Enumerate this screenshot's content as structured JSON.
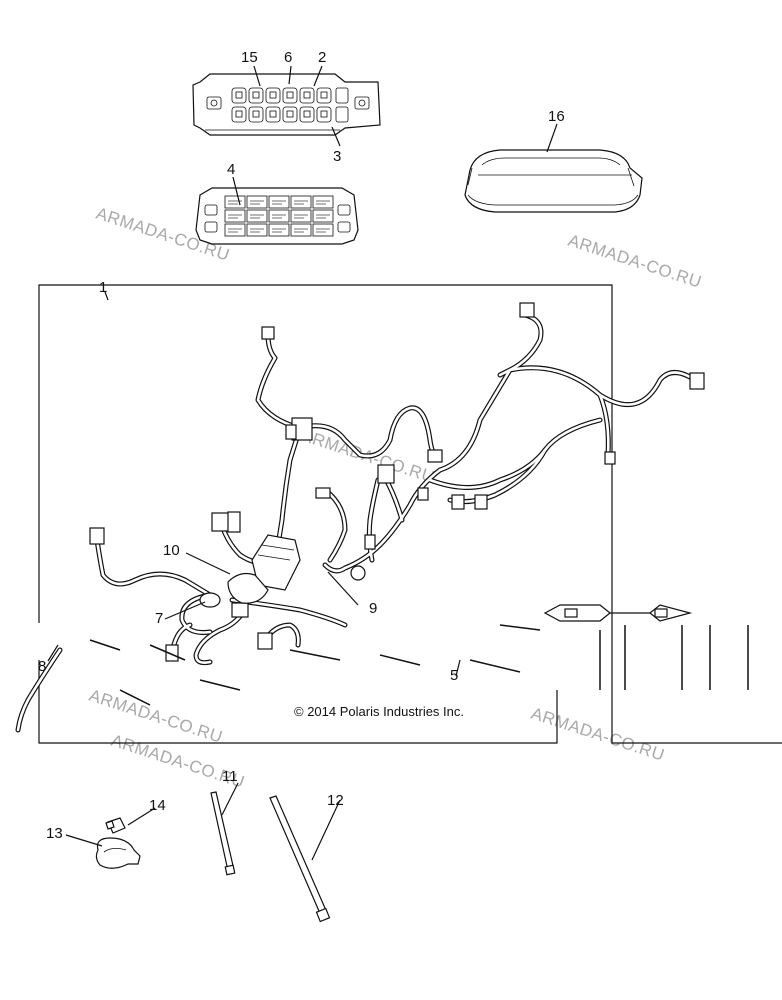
{
  "callouts": {
    "c1": "1",
    "c2": "2",
    "c3": "3",
    "c4": "4",
    "c5": "5",
    "c6": "6",
    "c7": "7",
    "c8": "8",
    "c9": "9",
    "c10": "10",
    "c11": "11",
    "c12": "12",
    "c13": "13",
    "c14": "14",
    "c15": "15",
    "c16": "16"
  },
  "copyright": "© 2014 Polaris Industries Inc.",
  "watermarks": {
    "w1": "ARMADA-CO.RU",
    "w2": "ARMADA-CO.RU",
    "w3": "ARMADA-CO.RU",
    "w4": "ARMADA-CO.RU",
    "w5": "ARMADA-CO.RU",
    "w6": "ARMADA-CO.RU"
  },
  "colors": {
    "line": "#111111",
    "watermark": "#a9a9a9",
    "background": "#ffffff"
  }
}
